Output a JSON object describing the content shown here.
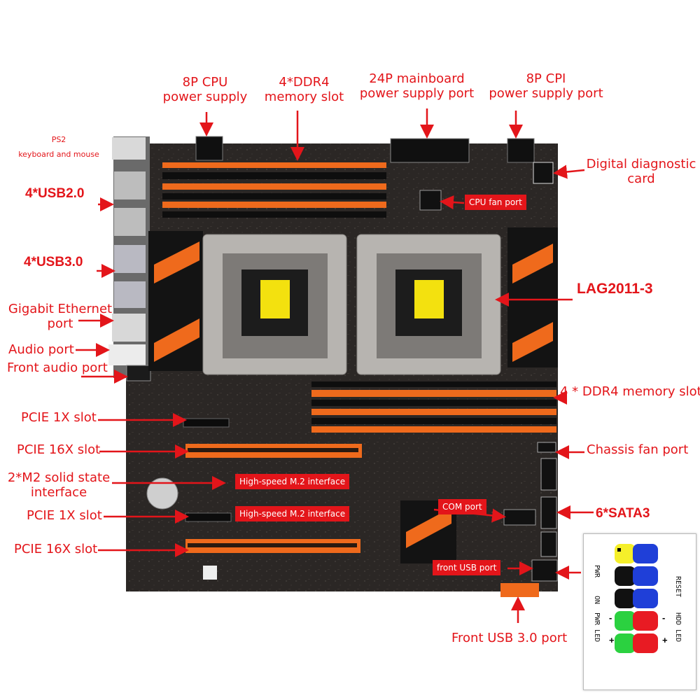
{
  "labels": {
    "cpu_power_8p": [
      "8P CPU",
      "power supply"
    ],
    "ddr4_top": [
      "4*DDR4",
      "memory slot"
    ],
    "mainboard_24p": [
      "24P mainboard",
      "power supply port"
    ],
    "cpi_power_8p": [
      "8P CPI",
      "power supply port"
    ],
    "ps2": [
      "PS2",
      "keyboard and mouse"
    ],
    "digital_diag": [
      "Digital diagnostic",
      "card"
    ],
    "usb2": "4*USB2.0",
    "cpu_fan": "CPU fan port",
    "usb3": "4*USB3.0",
    "lag": "LAG2011-3",
    "ethernet": [
      "Gigabit Ethernet",
      "port"
    ],
    "audio": "Audio port",
    "front_audio": "Front audio port",
    "ddr4_right": "4 * DDR4 memory slot",
    "pcie1x_a": "PCIE 1X slot",
    "pcie16x_a": "PCIE 16X slot",
    "chassis_fan": "Chassis fan port",
    "m2": [
      "2*M2 solid state",
      "interface"
    ],
    "m2_interface_a": "High-speed M.2 interface",
    "m2_interface_b": "High-speed M.2 interface",
    "com": "COM port",
    "sata": "6*SATA3",
    "pcie1x_b": "PCIE 1X slot",
    "pcie16x_b": "PCIE 16X slot",
    "front_usb": "front USB port",
    "front_usb3": "Front USB 3.0 port"
  },
  "legend": {
    "texts": [
      "RESET",
      "HDD LED",
      "PWR",
      "ON",
      "PWR LED"
    ],
    "signs": [
      "-",
      "+",
      "-",
      "+"
    ],
    "pin_colors": {
      "yellow": "#f5ef2a",
      "blue": "#1f3fd8",
      "black": "#111111",
      "green": "#2bd140",
      "red": "#e81b23"
    }
  },
  "colors": {
    "accent_red": "#e3151a",
    "board": "#2a2624",
    "dimm_orange": "#ef6a1c"
  }
}
